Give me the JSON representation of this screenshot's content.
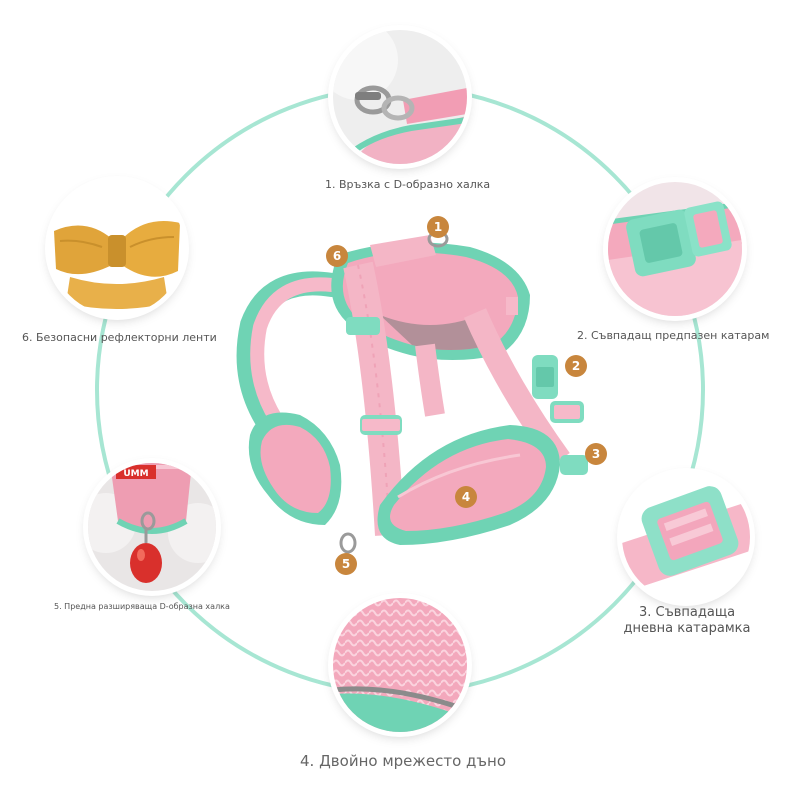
{
  "features": [
    {
      "number": "1",
      "label": "1. Връзка с D-образно халка",
      "icon": "d-ring-connector"
    },
    {
      "number": "2",
      "label": "2. Съвпадащ предпазен катарам",
      "icon": "safety-buckle"
    },
    {
      "number": "3",
      "label_line1": "3. Съвпадаща",
      "label_line2": "дневна катарамка",
      "icon": "adjuster-buckle"
    },
    {
      "number": "4",
      "label": "4. Двойно мрежесто дъно",
      "icon": "double-mesh"
    },
    {
      "number": "5",
      "label": "5. Предна разширяваща D-образна халка",
      "icon": "front-d-ring"
    },
    {
      "number": "6",
      "label": "6. Безопасни рефлекторни ленти",
      "icon": "reflective-bow"
    }
  ],
  "photo5_brand_fragment": "UMM",
  "colors": {
    "ring": "#a7e6d3",
    "badge": "#c8863d",
    "pink": "#f2b8c8",
    "mint": "#6fd3b4",
    "mustard": "#e0a43a",
    "red": "#d9302c"
  }
}
